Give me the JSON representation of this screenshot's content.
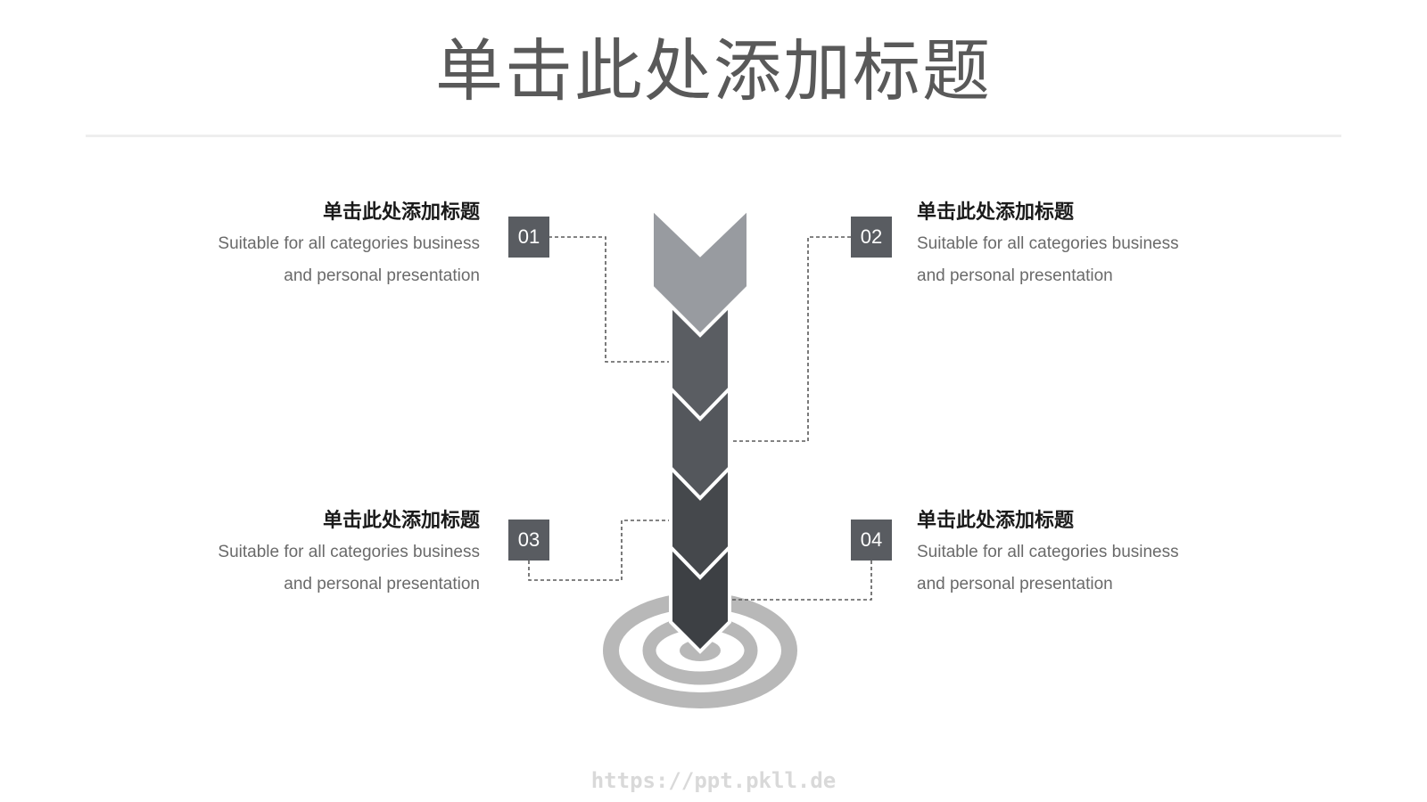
{
  "title": "单击此处添加标题",
  "items": [
    {
      "num": "01",
      "heading": "单击此处添加标题",
      "body_line1": "Suitable for all categories business",
      "body_line2": "and personal presentation"
    },
    {
      "num": "02",
      "heading": "单击此处添加标题",
      "body_line1": "Suitable for all categories business",
      "body_line2": "and personal presentation"
    },
    {
      "num": "03",
      "heading": "单击此处添加标题",
      "body_line1": "Suitable for all categories business",
      "body_line2": "and personal presentation"
    },
    {
      "num": "04",
      "heading": "单击此处添加标题",
      "body_line1": "Suitable for all categories business",
      "body_line2": "and personal presentation"
    }
  ],
  "footer": "https://ppt.pkll.de",
  "colors": {
    "arrow_head": "#989ba0",
    "segment_1": "#5a5d62",
    "segment_2": "#54575c",
    "segment_3": "#45484c",
    "segment_4": "#3d4044",
    "target": "#b8b8b8",
    "badge": "#595c61",
    "connector": "#5a5a5a"
  }
}
